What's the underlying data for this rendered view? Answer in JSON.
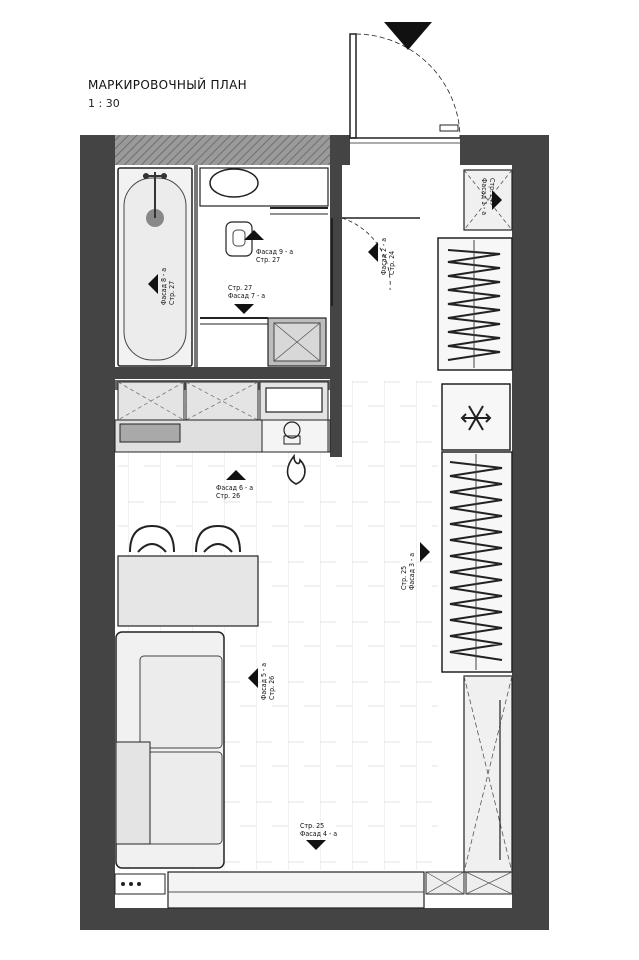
{
  "header": {
    "title": "МАРКИРОВОЧНЫЙ ПЛАН",
    "scale": "1 : 30"
  },
  "tags": {
    "facade8": {
      "line1": "Фасад 8 - а",
      "line2": "Стр. 27"
    },
    "facade9": {
      "line1": "Фасад 9 - а",
      "line2": "Стр. 27"
    },
    "facade7": {
      "line1": "Стр. 27",
      "line2": "Фасад 7 - а"
    },
    "facade2": {
      "line1": "Фасад 2 - а",
      "line2": "Стр. 24"
    },
    "facade1": {
      "line1": "Стр. 24",
      "line2": "Фасад 1 - а"
    },
    "facade6": {
      "line1": "Фасад 6 - а",
      "line2": "Стр. 26"
    },
    "facade3": {
      "line1": "Стр. 25",
      "line2": "Фасад 3 - а"
    },
    "facade5": {
      "line1": "Фасад 5 - а",
      "line2": "Стр. 26"
    },
    "facade4": {
      "line1": "Стр. 25",
      "line2": "Фасад 4 - а"
    }
  },
  "icons": {
    "snowflake": "snowflake-icon",
    "flame": "flame-icon",
    "north": "direction-triangle-icon"
  },
  "colors": {
    "wall": "#444444",
    "hatch": "#8a8a8a",
    "cabinet": "#e6e6e6",
    "line": "#222222"
  }
}
